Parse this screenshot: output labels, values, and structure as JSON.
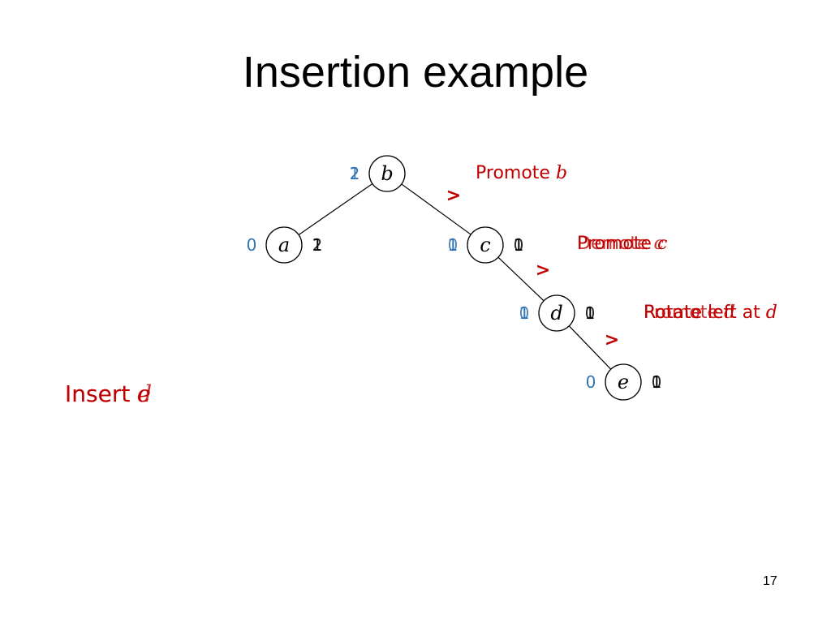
{
  "slide": {
    "title": "Insertion example",
    "page_number": "17"
  },
  "colors": {
    "annotation": "#C00000",
    "left_rank": "#2E75B6",
    "right_rank": "#000000"
  },
  "tree": {
    "nodes": [
      {
        "id": "b",
        "label": "b",
        "left_rank": [
          "2",
          "1"
        ],
        "right_rank": []
      },
      {
        "id": "a",
        "label": "a",
        "left_rank": [
          "0"
        ],
        "right_rank": [
          "1",
          "2"
        ]
      },
      {
        "id": "c",
        "label": "c",
        "left_rank": [
          "1",
          "0"
        ],
        "right_rank": [
          "1",
          "0"
        ]
      },
      {
        "id": "d",
        "label": "d",
        "left_rank": [
          "1",
          "0"
        ],
        "right_rank": [
          "1",
          "0"
        ]
      },
      {
        "id": "e",
        "label": "e",
        "left_rank": [
          "0"
        ],
        "right_rank": [
          "1",
          "0"
        ]
      }
    ],
    "edges": [
      [
        "b",
        "a"
      ],
      [
        "b",
        "c"
      ],
      [
        "c",
        "d"
      ],
      [
        "d",
        "e"
      ]
    ],
    "gt_markers": [
      ">",
      ">",
      ">"
    ]
  },
  "annotations": {
    "promote_b": {
      "text": "Promote ",
      "var": "b"
    },
    "row_c": [
      {
        "text": "Promote ",
        "var": "c"
      },
      {
        "text": "Demote ",
        "var": "c"
      }
    ],
    "row_d": [
      {
        "text": "Rotate left at ",
        "var": "d"
      },
      {
        "text": "Promote ",
        "var": "d"
      },
      {
        "text": "Rotate left ",
        "var": ""
      }
    ]
  },
  "insert": [
    {
      "text": "Insert ",
      "var": "e"
    },
    {
      "text": "Insert ",
      "var": "d"
    }
  ]
}
